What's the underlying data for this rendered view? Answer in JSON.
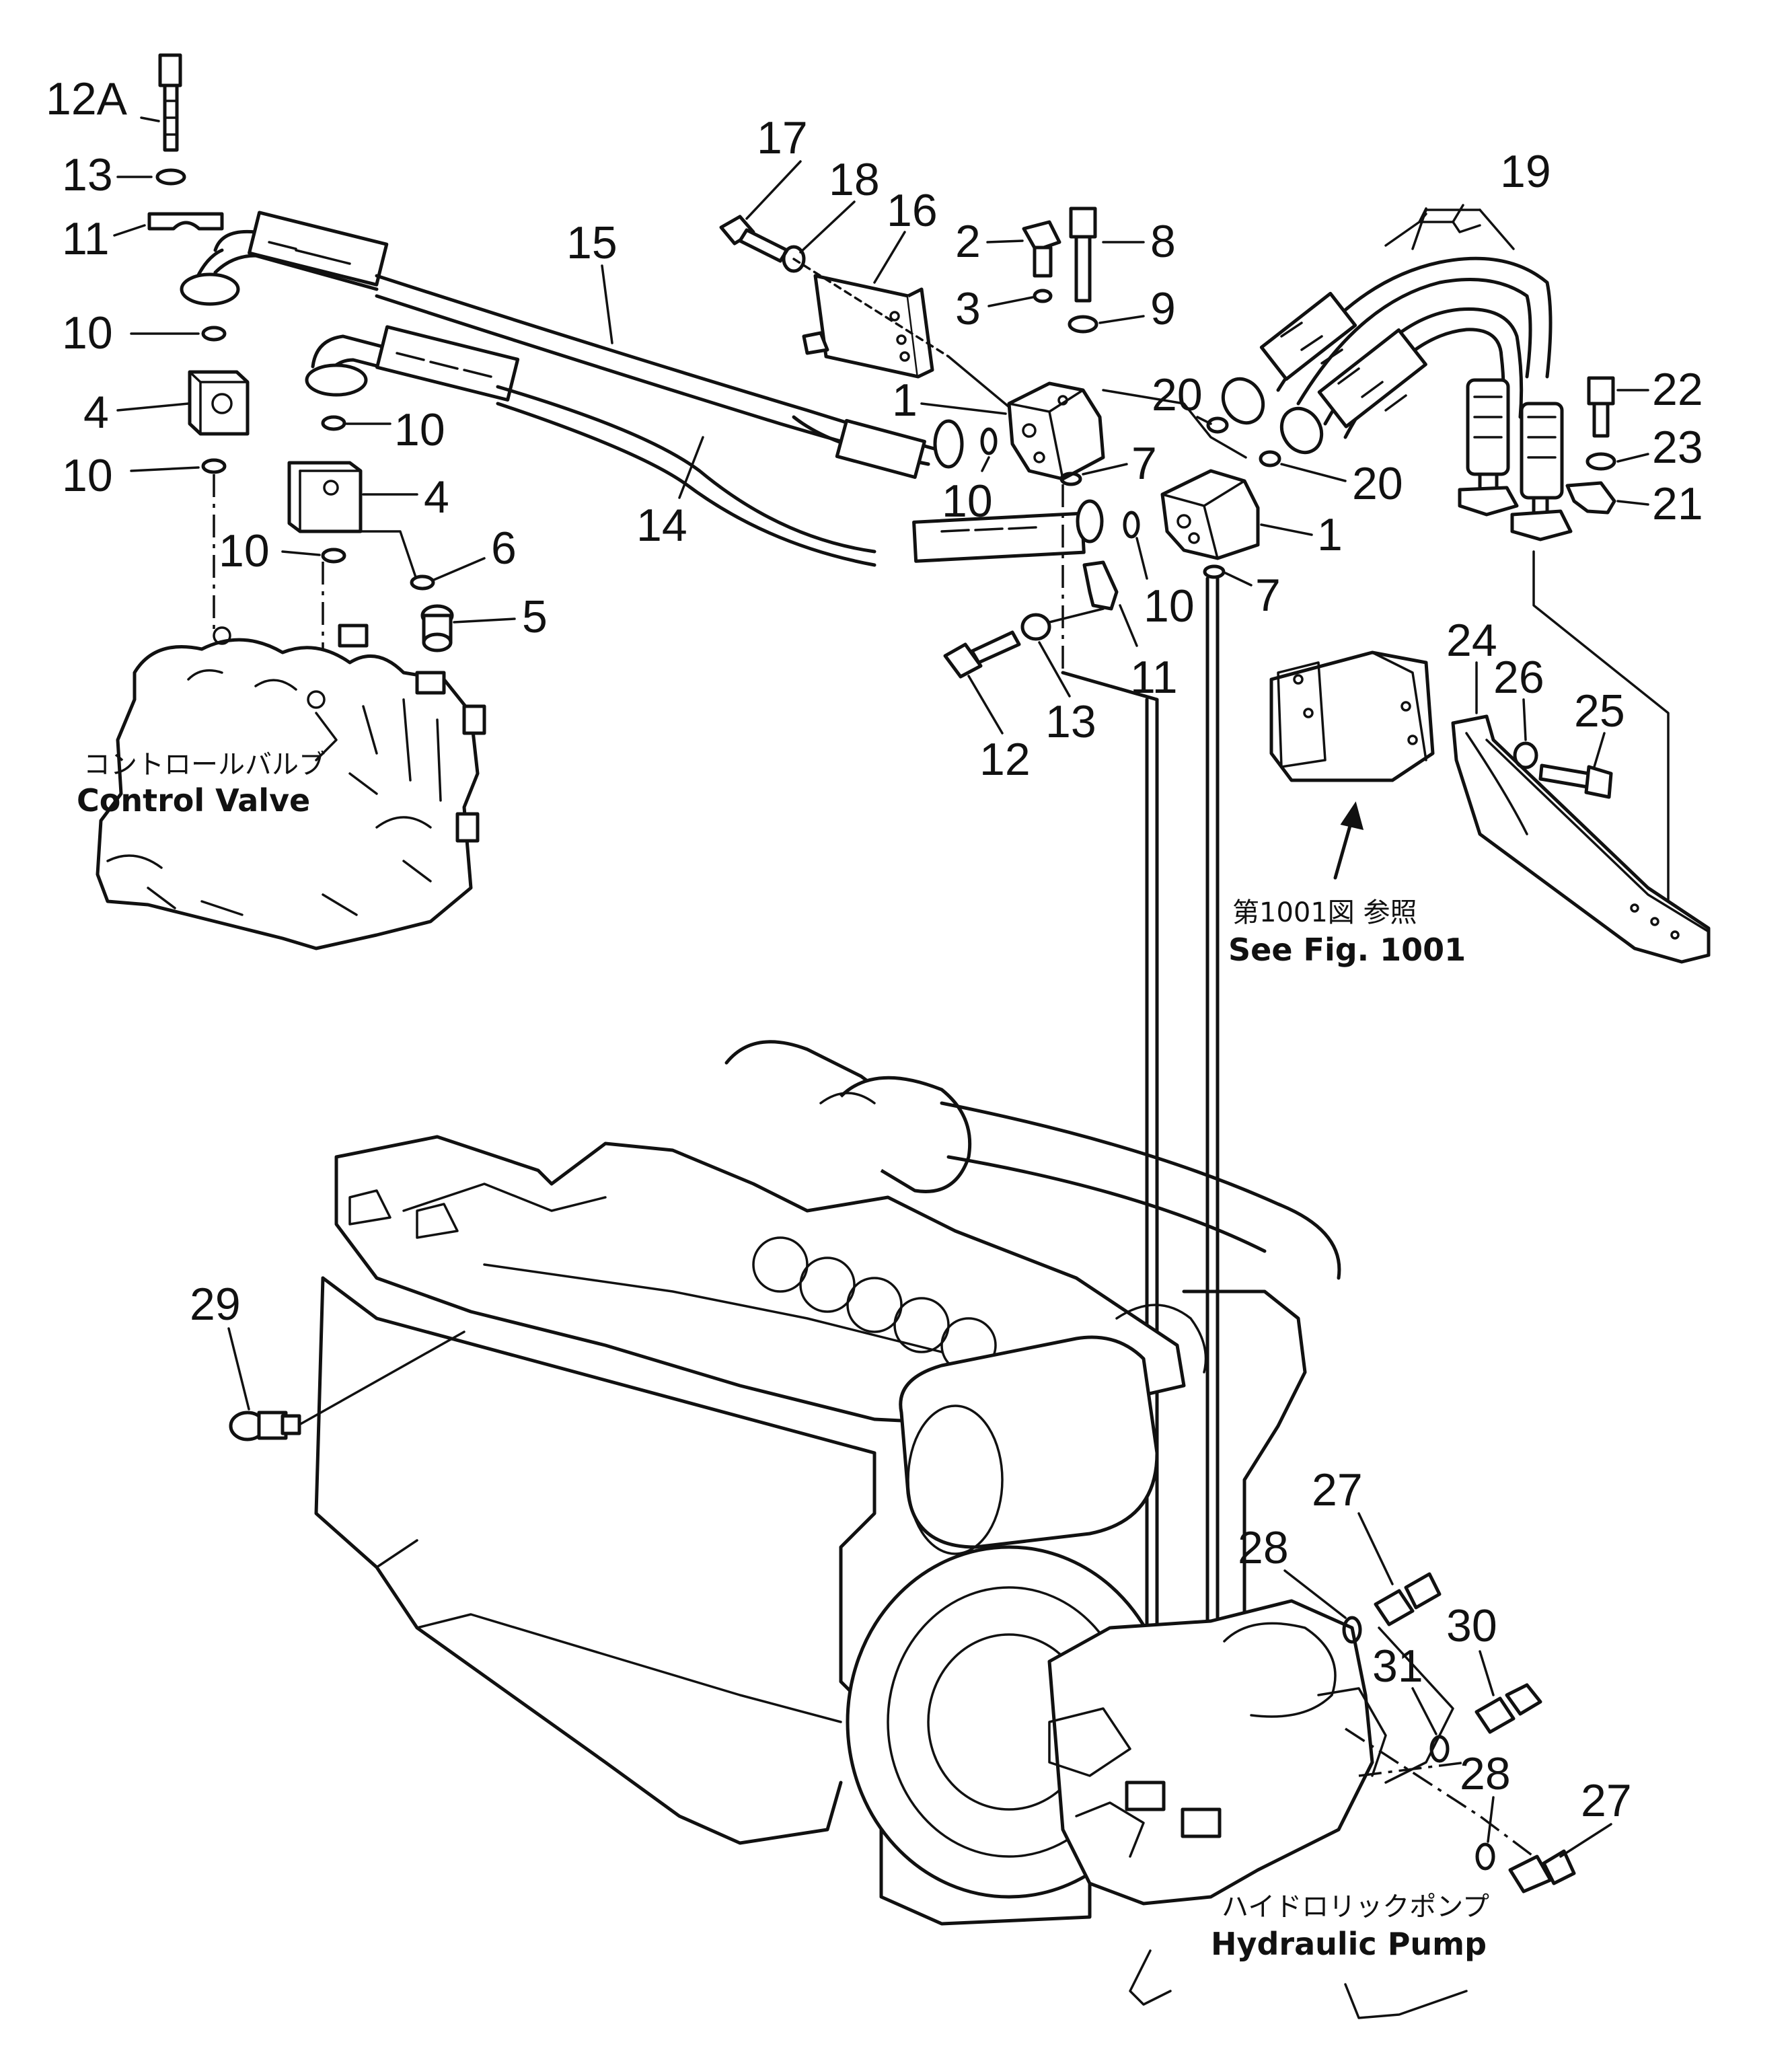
{
  "callouts": {
    "c12A": "12A",
    "c13a": "13",
    "c11a": "11",
    "c10a": "10",
    "c4a": "4",
    "c10b": "10",
    "c10c": "10",
    "c4b": "4",
    "c10d": "10",
    "c6": "6",
    "c5": "5",
    "c15": "15",
    "c14": "14",
    "c17": "17",
    "c18": "18",
    "c16": "16",
    "c2": "2",
    "c3": "3",
    "c8": "8",
    "c9": "9",
    "c1a": "1",
    "c7a": "7",
    "c10e": "10",
    "c10f": "10",
    "c1b": "1",
    "c7b": "7",
    "c11b": "11",
    "c12": "12",
    "c13b": "13",
    "c19": "19",
    "c20a": "20",
    "c20b": "20",
    "c22": "22",
    "c23": "23",
    "c21": "21",
    "c24": "24",
    "c26": "26",
    "c25": "25",
    "c29": "29",
    "c27a": "27",
    "c28a": "28",
    "c30": "30",
    "c31": "31",
    "c28b": "28",
    "c27b": "27"
  },
  "notes": {
    "control_valve_jp": "コントロールバルブ",
    "control_valve_en": "Control  Valve",
    "see_fig_jp": "第1001図 参照",
    "see_fig_en": "See  Fig. 1001",
    "hydraulic_pump_jp": "ハイドロリックポンプ",
    "hydraulic_pump_en": "Hydraulic  Pump"
  }
}
